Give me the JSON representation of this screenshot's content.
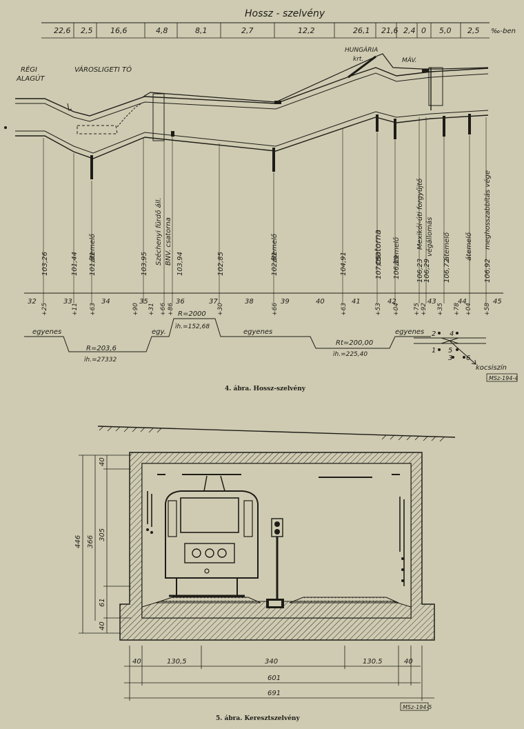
{
  "profile": {
    "title": "Hossz - szelvény",
    "unit": "‰-ben",
    "gradients": [
      "22,6",
      "2,5",
      "16,6",
      "4,8",
      "8,1",
      "2,7",
      "12,2",
      "26,1",
      "21,6",
      "2,4",
      "0",
      "5,0",
      "2,5"
    ],
    "places": {
      "regi_1": "RÉGI",
      "regi_2": "ALAGÚT",
      "to": "VÁROSLIGETI TÓ",
      "hungaria_1": "HUNGÁRIA",
      "hungaria_2": "krt.",
      "mav": "MÁV."
    },
    "structures": [
      "Széchenyi fürdő áll.",
      "BNV. csatorna",
      "átemelő",
      "átemelő",
      "csatorna",
      "átemelő",
      "Mexikói-úti forgyűjtő",
      "végállomás",
      "átemelő",
      "átemelő",
      "meghosszabbítás vége"
    ],
    "elevations": [
      "103,26",
      "101,44",
      "101,31",
      "103,95",
      "103,94",
      "102,85",
      "102,51",
      "104,91",
      "107,05",
      "106,19",
      "106,23",
      "106,29",
      "106,72",
      "106,92"
    ],
    "chainage_major": [
      "32",
      "33",
      "34",
      "35",
      "36",
      "37",
      "38",
      "39",
      "40",
      "41",
      "42",
      "43",
      "44",
      "45"
    ],
    "chainage_plus": [
      "+25",
      "+11",
      "+63",
      "+90",
      "+31",
      "+66",
      "+86",
      "+30",
      "+66",
      "+63",
      "+53",
      "+04",
      "+75",
      "+92",
      "+35",
      "+78",
      "+04",
      "+58"
    ],
    "curves": {
      "e1": "egyenes",
      "r1": "R=203,6",
      "r1_len": "ìh.=27332",
      "e2": "egy.",
      "r2": "R=2000",
      "r2_len": "ìh.=152,68",
      "e3": "egyenes",
      "r3": "Rt=200,00",
      "r3_len": "ìh.=225,40",
      "e4": "egyenes",
      "kocsiszin": "kocsiszín"
    },
    "switch_numbers": [
      "2",
      "4",
      "1",
      "5",
      "3",
      "6"
    ],
    "stamp": "MSz-194-4",
    "caption": "4. ábra. Hossz-szelvény"
  },
  "cross": {
    "dims_left": [
      "446",
      "366",
      "305",
      "40",
      "61",
      "40"
    ],
    "dims_bottom": [
      "40",
      "130,5",
      "340",
      "130.5",
      "40"
    ],
    "dim_601": "601",
    "dim_691": "691",
    "stamp": "MSz-194-5",
    "caption": "5. ábra. Keresztszelvény"
  }
}
